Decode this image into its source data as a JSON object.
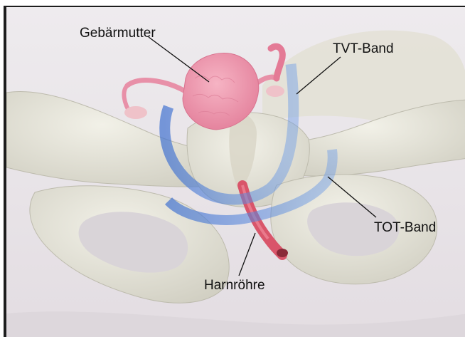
{
  "header": {
    "cut_text": ""
  },
  "labels": {
    "uterus": "Gebärmutter",
    "tvt": "TVT-Band",
    "tot": "TOT-Band",
    "urethra": "Harnröhre"
  },
  "colors": {
    "background": "#e9e6e9",
    "bone": "#e7e6d9",
    "bone_shadow": "#c8c6b8",
    "uterus": "#ec95ad",
    "urethra": "#d9556a",
    "band": "#4a7fd6"
  }
}
